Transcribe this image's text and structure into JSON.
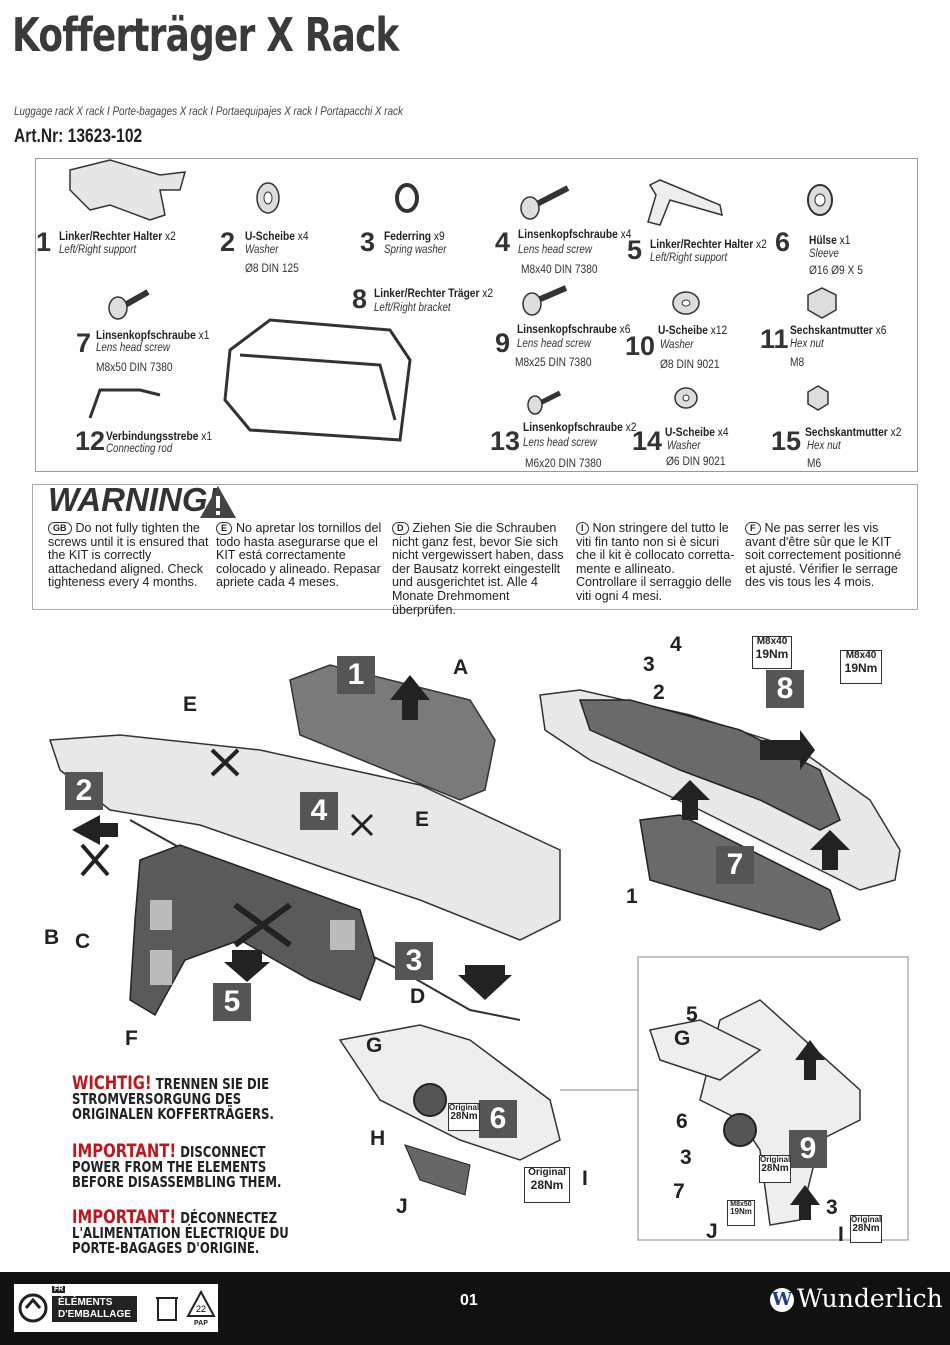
{
  "header": {
    "title": "Kofferträger X Rack",
    "subtitle": "Luggage rack X rack I Porte-bagages X rack I Portaequipajes X rack I Portapacchi X rack",
    "art_nr": "Art.Nr: 13623-102"
  },
  "parts": [
    {
      "num": "1",
      "name": "Linker/Rechter Halter",
      "qty": "x2",
      "desc": "Left/Right support",
      "spec": ""
    },
    {
      "num": "2",
      "name": "U-Scheibe",
      "qty": "x4",
      "desc": "Washer",
      "spec": "Ø8 DIN 125"
    },
    {
      "num": "3",
      "name": "Federring",
      "qty": "x9",
      "desc": "Spring washer",
      "spec": ""
    },
    {
      "num": "4",
      "name": "Linsenkopfschraube",
      "qty": "x4",
      "desc": "Lens head screw",
      "spec": "M8x40 DIN 7380"
    },
    {
      "num": "5",
      "name": "Linker/Rechter Halter",
      "qty": "x2",
      "desc": "Left/Right support",
      "spec": ""
    },
    {
      "num": "6",
      "name": "Hülse",
      "qty": "x1",
      "desc": "Sleeve",
      "spec": "Ø16 Ø9 X 5"
    },
    {
      "num": "7",
      "name": "Linsenkopfschraube",
      "qty": "x1",
      "desc": "Lens head screw",
      "spec": "M8x50 DIN 7380"
    },
    {
      "num": "8",
      "name": "Linker/Rechter Träger",
      "qty": "x2",
      "desc": "Left/Right bracket",
      "spec": ""
    },
    {
      "num": "9",
      "name": "Linsenkopfschraube",
      "qty": "x6",
      "desc": "Lens head screw",
      "spec": "M8x25 DIN 7380"
    },
    {
      "num": "10",
      "name": "U-Scheibe",
      "qty": "x12",
      "desc": "Washer",
      "spec": "Ø8 DIN 9021"
    },
    {
      "num": "11",
      "name": "Sechskantmutter",
      "qty": "x6",
      "desc": "Hex nut",
      "spec": "M8"
    },
    {
      "num": "12",
      "name": "Verbindungsstrebe",
      "qty": "x1",
      "desc": "Connecting rod",
      "spec": ""
    },
    {
      "num": "13",
      "name": "Linsenkopfschraube",
      "qty": "x2",
      "desc": "Lens head screw",
      "spec": "M6x20 DIN 7380"
    },
    {
      "num": "14",
      "name": "U-Scheibe",
      "qty": "x4",
      "desc": "Washer",
      "spec": "Ø6 DIN 9021"
    },
    {
      "num": "15",
      "name": "Sechskantmutter",
      "qty": "x2",
      "desc": "Hex nut",
      "spec": "M6"
    }
  ],
  "warning": {
    "title": "WARNING!",
    "items": [
      {
        "lang": "GB",
        "text": "Do not fully tighten the screws until it is ensured that the KIT is correctly attachedand aligned. Check tighteness every 4 months."
      },
      {
        "lang": "E",
        "text": "No apretar los tornillos del todo hasta asegurarse que el KIT está correctamente colocado y alineado. Repasar apriete cada 4 meses."
      },
      {
        "lang": "D",
        "text": "Ziehen Sie die Schrauben nicht ganz fest, bevor Sie sich nicht vergewissert haben, dass der Bausatz korrekt eingestellt und ausgerichtet ist. Alle 4 Monate Drehmoment überprüfen."
      },
      {
        "lang": "I",
        "text": "Non stringere del tutto le viti fin tanto non si è sicuri che il kit è collocato corretta-mente e allineato. Controllare il serraggio delle viti ogni 4 mesi."
      },
      {
        "lang": "F",
        "text": "Ne pas serrer les vis avant d'être sûr que le KIT soit correctement positionné et ajusté. Vérifier le serrage des vis tous les 4 mois."
      }
    ]
  },
  "steps": [
    "1",
    "2",
    "3",
    "4",
    "5",
    "6",
    "7",
    "8",
    "9"
  ],
  "letters": [
    "A",
    "B",
    "C",
    "D",
    "E",
    "F",
    "G",
    "H",
    "I",
    "J"
  ],
  "torques": {
    "m8x40": "M8x40",
    "nm19": "19Nm",
    "original": "Original",
    "nm28": "28Nm",
    "m8x50": "M8x50"
  },
  "callout_numbers": [
    "1",
    "2",
    "3",
    "4",
    "5",
    "6",
    "7"
  ],
  "notices": {
    "de_label": "WICHTIG!",
    "de_line1": "TRENNEN SIE DIE",
    "de_line2": "STROMVERSORGUNG DES",
    "de_line3": "ORIGINALEN KOFFERTRÄGERS.",
    "en_label": "IMPORTANT!",
    "en_line1": "DISCONNECT",
    "en_line2": "POWER FROM THE ELEMENTS",
    "en_line3": "BEFORE DISASSEMBLING THEM.",
    "fr_label": "IMPORTANT!",
    "fr_line1": "DÉCONNECTEZ",
    "fr_line2": "L'ALIMENTATION ÉLECTRIQUE DU",
    "fr_line3": "PORTE-BAGAGES D'ORIGINE."
  },
  "footer": {
    "fr": "FR",
    "recycle_line1": "ÉLÉMENTS",
    "recycle_line2": "D'EMBALLAGE",
    "page": "01",
    "brand": "Wunderlich",
    "brand_badge": "W",
    "pap": "22",
    "pap_label": "PAP"
  },
  "colors": {
    "accent_red": "#c0151c",
    "step_gray": "#555555",
    "footer_bg": "#111111"
  }
}
